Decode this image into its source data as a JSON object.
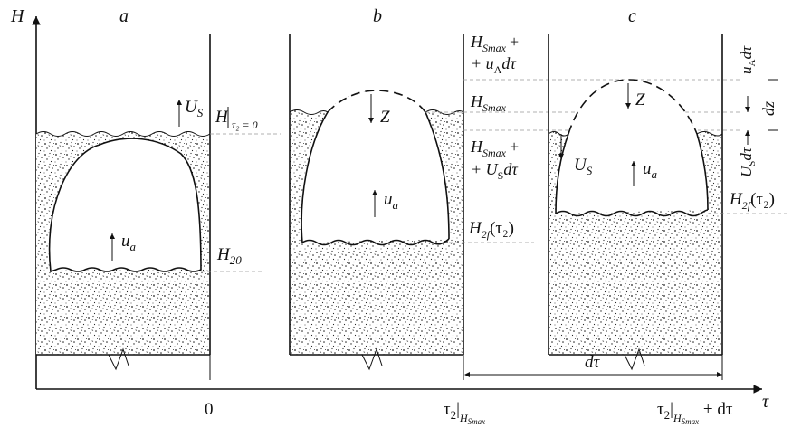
{
  "axes": {
    "y_label": "H",
    "x_label": "τ"
  },
  "panels": {
    "a": {
      "title": "a",
      "x_tick": "0"
    },
    "b": {
      "title": "b",
      "x_tick_main": "τ",
      "x_tick_sub": "2",
      "x_tick_bar": "|",
      "x_tick_index": "H",
      "x_tick_index_sub": "Smax"
    },
    "c": {
      "title": "c",
      "x_tick_main": "τ",
      "x_tick_sub": "2",
      "x_tick_index": "H",
      "x_tick_index_sub": "Smax",
      "x_tick_tail": " + dτ"
    }
  },
  "labels": {
    "u_a": "u",
    "u_a_sub": "a",
    "U_S": "U",
    "U_S_sub": "S",
    "Z": "Z",
    "H_bar": "H",
    "tau2_eq0": "τ₂ = 0",
    "H20": "H",
    "H20_sub": "20",
    "H2f": "H",
    "H2f_sub": "2f",
    "H2f_arg": "(τ₂)",
    "HSmax": "H",
    "HSmax_sub": "Smax",
    "plus": "+",
    "uA_dtau": "+ u",
    "uA_sub": "A",
    "dtau": "dτ",
    "US_dtau": "+ U",
    "US_sub": "S",
    "dtau_arrow": "dτ",
    "dz": "dz",
    "v_uA": "u",
    "v_uA_sub": "A",
    "v_uA_d": "dτ",
    "v_US": "U",
    "v_US_sub": "S",
    "v_US_d": "dτ"
  }
}
